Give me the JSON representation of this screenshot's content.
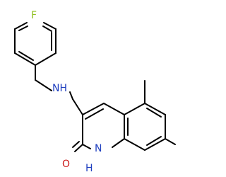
{
  "molecule": {
    "atoms": {
      "fluorine": {
        "label": "F",
        "color": "#8fbf1f"
      },
      "amine": {
        "label": "NH",
        "color": "#1f3fbf"
      },
      "ring_nh": {
        "label": "H",
        "color": "#1f3fbf"
      },
      "ring_n": {
        "label": "N",
        "color": "#1f3fbf"
      },
      "carbonyl_o": {
        "label": "O",
        "color": "#cc1b1b"
      }
    },
    "bond_color": "#000000",
    "background": "#ffffff"
  }
}
